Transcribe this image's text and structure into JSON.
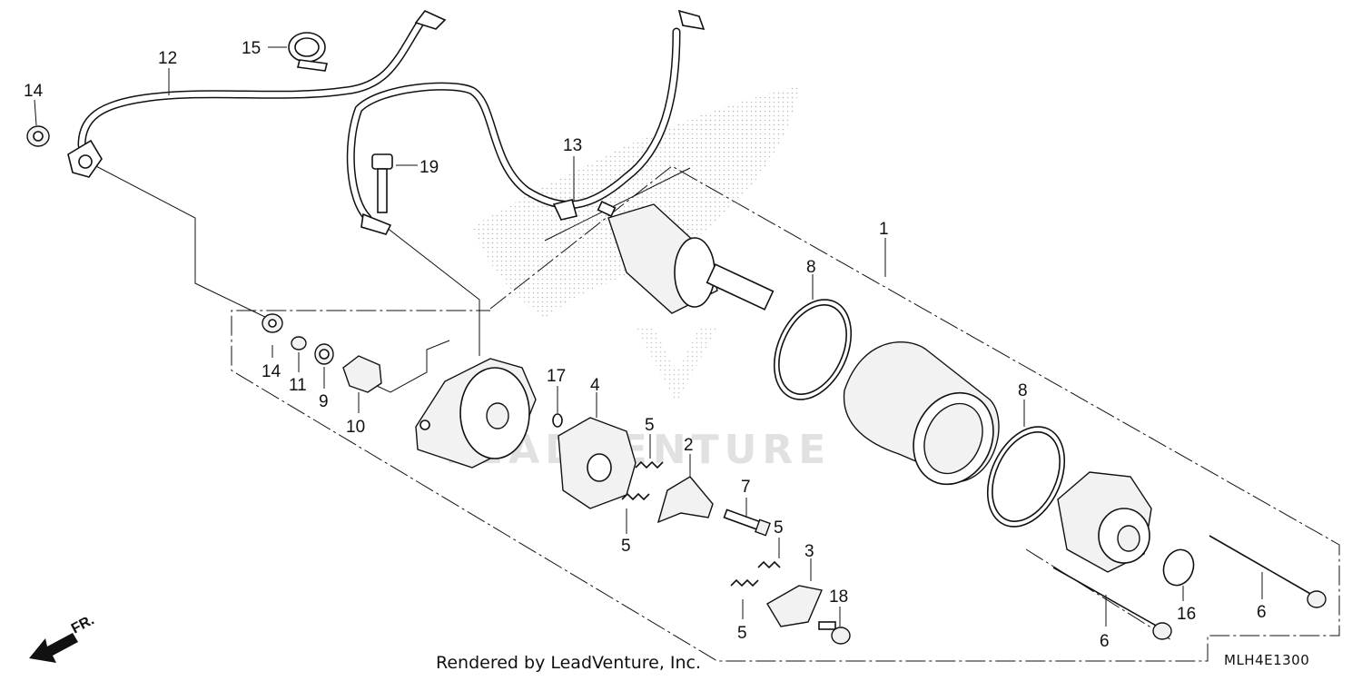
{
  "diagram": {
    "code": "MLH4E1300",
    "credit": "Rendered by LeadVenture, Inc.",
    "watermark": "LEADVENTURE",
    "direction_label": "FR.",
    "callouts": [
      {
        "id": "c1",
        "text": "1"
      },
      {
        "id": "c2",
        "text": "2"
      },
      {
        "id": "c3",
        "text": "3"
      },
      {
        "id": "c4",
        "text": "4"
      },
      {
        "id": "c5a",
        "text": "5"
      },
      {
        "id": "c5b",
        "text": "5"
      },
      {
        "id": "c5c",
        "text": "5"
      },
      {
        "id": "c5d",
        "text": "5"
      },
      {
        "id": "c6a",
        "text": "6"
      },
      {
        "id": "c6b",
        "text": "6"
      },
      {
        "id": "c7",
        "text": "7"
      },
      {
        "id": "c8a",
        "text": "8"
      },
      {
        "id": "c8b",
        "text": "8"
      },
      {
        "id": "c9",
        "text": "9"
      },
      {
        "id": "c10",
        "text": "10"
      },
      {
        "id": "c11",
        "text": "11"
      },
      {
        "id": "c12",
        "text": "12"
      },
      {
        "id": "c13",
        "text": "13"
      },
      {
        "id": "c14a",
        "text": "14"
      },
      {
        "id": "c14b",
        "text": "14"
      },
      {
        "id": "c15",
        "text": "15"
      },
      {
        "id": "c16",
        "text": "16"
      },
      {
        "id": "c17",
        "text": "17"
      },
      {
        "id": "c18",
        "text": "18"
      },
      {
        "id": "c19",
        "text": "19"
      }
    ]
  }
}
